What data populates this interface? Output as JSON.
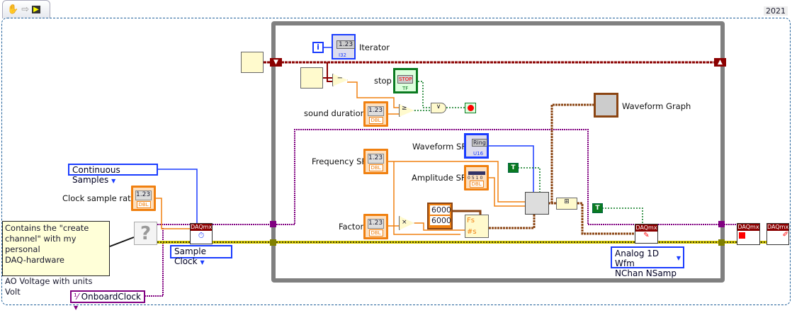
{
  "toolbar": {
    "icons": [
      "hand-icon",
      "arrow-icon",
      "vi-icon"
    ]
  },
  "version": "2021",
  "labels": {
    "iterator": "Iterator",
    "stop": "stop",
    "sound_duration": "sound duration",
    "frequency_sf": "Frequency SF",
    "factor": "Factor",
    "waveform_sf": "Waveform SF",
    "amplitude_sf": "Amplitude SF",
    "waveform_graph": "Waveform Graph",
    "clock_sample_rate": "Clock sample rate"
  },
  "controls": {
    "numeric_display": "1.23",
    "dbl": "DBL",
    "i32": "I32",
    "u16": "U16",
    "ring": "Ring",
    "stop_button": "STOP",
    "tf": "TF",
    "iteration": "i",
    "slider_ticks": [
      "0",
      "5",
      "10"
    ]
  },
  "constants": {
    "fs_value": "6000",
    "ns_value": "6000",
    "true_const": "T",
    "bundle_fs": "Fs",
    "bundle_ns": "#s"
  },
  "enums": {
    "sample_mode": "Continuous Samples",
    "timing_polymorph": "Sample Clock",
    "clock_source": "OnboardClock",
    "write_polymorph_line1": "Analog 1D Wfm",
    "write_polymorph_line2": "NChan NSamp"
  },
  "comment": "Contains the \"create\nchannel\" with my personal\nDAQ-hardware\n\nAO Voltage with units Volt",
  "daqmx_header": "DAQmx",
  "unknown_node": "?",
  "colors": {
    "loop": "#808080",
    "dbl_wire": "#f08010",
    "error_wire": "#d4c800",
    "task_wire": "#800080",
    "bool_wire": "#0a7a20",
    "timestamp_wire": "#8b0000",
    "int_wire": "#1a3cff"
  }
}
